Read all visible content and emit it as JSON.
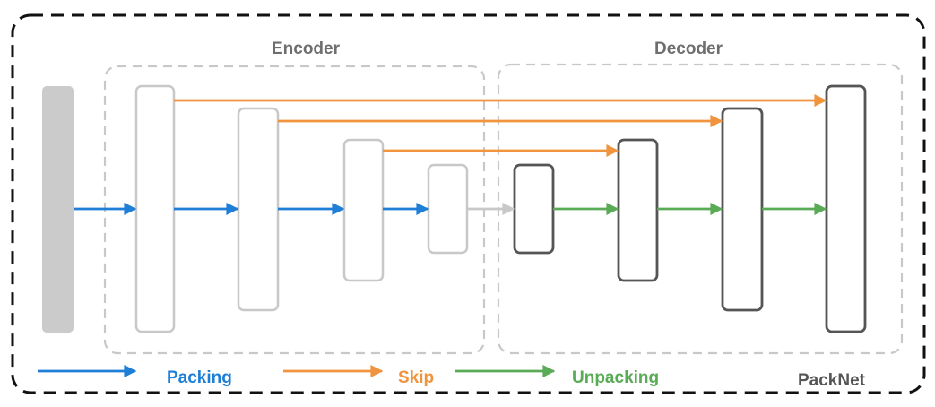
{
  "sections": {
    "encoder_label": "Encoder",
    "decoder_label": "Decoder"
  },
  "legend": {
    "packing": {
      "label": "Packing",
      "color": "#1f7ed6"
    },
    "skip": {
      "label": "Skip",
      "color": "#f09440"
    },
    "unpacking": {
      "label": "Unpacking",
      "color": "#5aab55"
    }
  },
  "brand": "PackNet",
  "colors": {
    "input_block": "#cbcbcb",
    "encoder_block_stroke": "#c8c8c8",
    "decoder_block_stroke": "#555555",
    "bridge_arrow": "#c8c8c8",
    "outer_border": "#111111",
    "section_border": "#c8c8c8"
  },
  "diagram": {
    "encoder_blocks": 4,
    "decoder_blocks": 4,
    "skip_connections": 3
  }
}
